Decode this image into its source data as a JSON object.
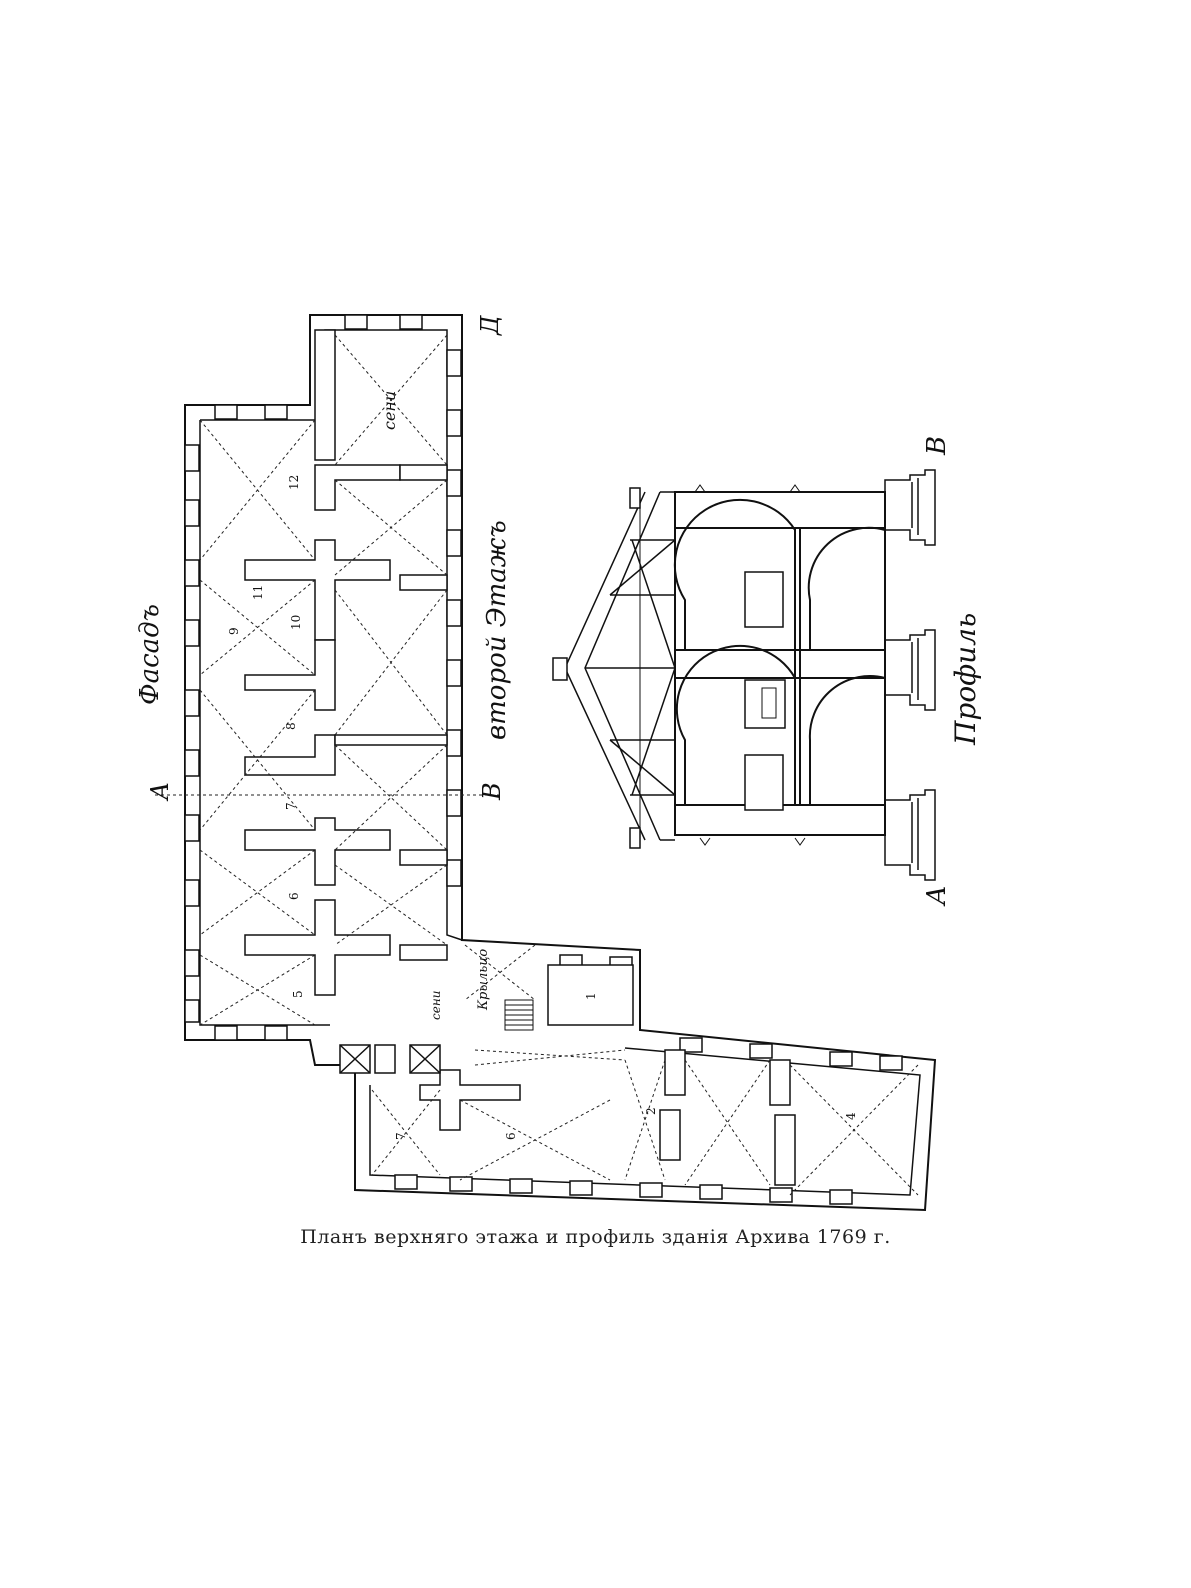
{
  "caption": "Планъ верхняго этажа и профиль зданія Архива 1769 г.",
  "plan": {
    "facade_label": "Фасадъ",
    "floor_label": "второй Этажъ",
    "section_marks": [
      "А",
      "В",
      "Д",
      "В",
      "А"
    ],
    "entry_label": "сени",
    "small_labels": [
      "сени",
      "Крыльцо"
    ],
    "room_numbers": [
      "12",
      "11",
      "9",
      "10",
      "8",
      "7",
      "6",
      "5",
      "1",
      "2",
      "4",
      "6",
      "7"
    ]
  },
  "profile": {
    "label": "Профиль"
  }
}
